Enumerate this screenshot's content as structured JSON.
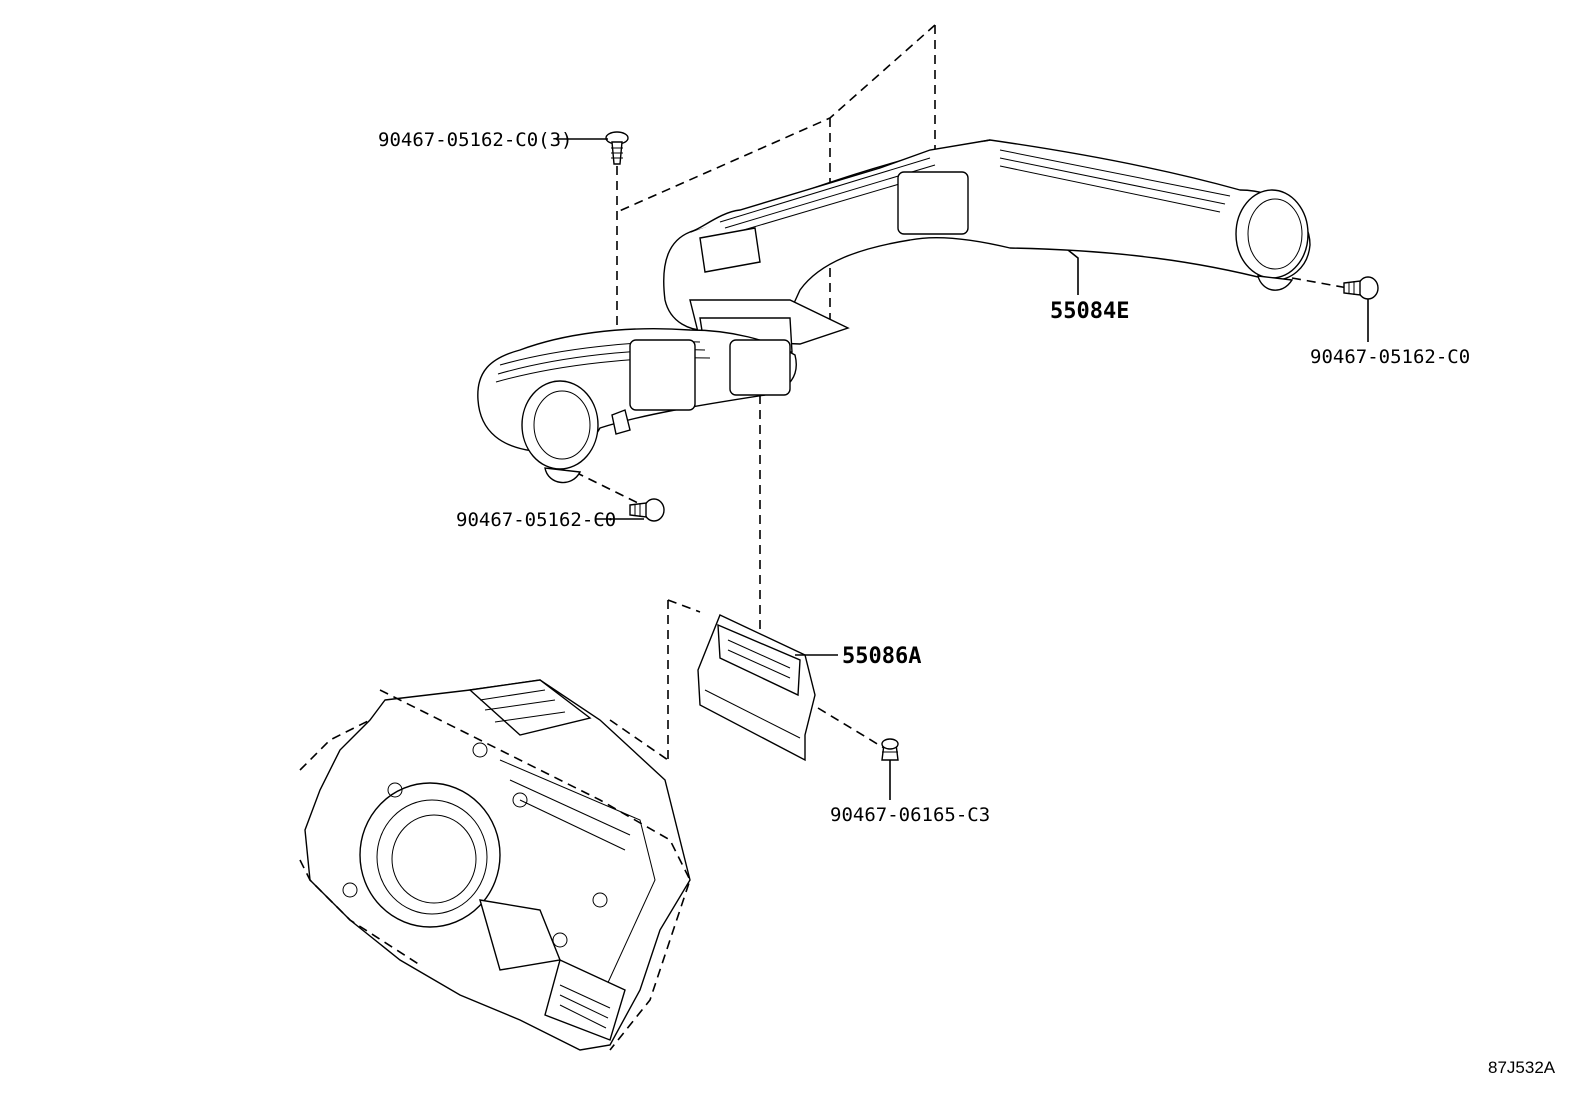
{
  "labels": {
    "clip_top": "90467-05162-C0(3)",
    "duct_main": "55084E",
    "clip_right": "90467-05162-C0",
    "clip_left": "90467-05162-C0",
    "duct_sub": "55086A",
    "clip_bottom": "90467-06165-C3",
    "drawing_code": "87J532A"
  }
}
